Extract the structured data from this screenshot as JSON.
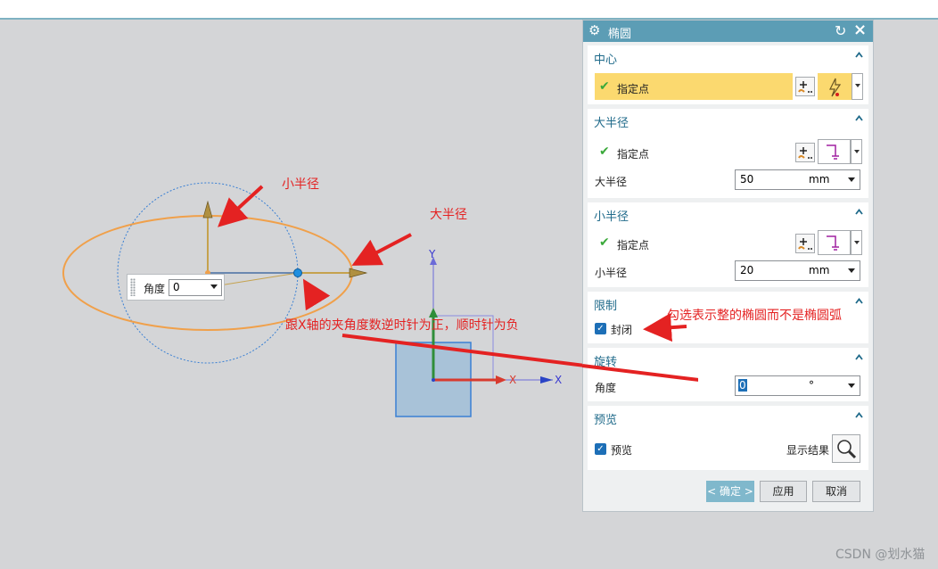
{
  "canvas": {
    "axis_y": "Y",
    "axis_x1": "X",
    "axis_x2": "X"
  },
  "annotations": {
    "minor_radius": "小半径",
    "major_radius": "大半径",
    "angle_note": "跟X轴的夹角度数逆时针为正，顺时针为负",
    "closed_note": "勾选表示整的椭圆而不是椭圆弧"
  },
  "angle_widget": {
    "label": "角度",
    "value": "0"
  },
  "dialog": {
    "title": "椭圆",
    "sections": {
      "center": {
        "title": "中心",
        "point_label": "指定点"
      },
      "major": {
        "title": "大半径",
        "point_label": "指定点",
        "radius_label": "大半径",
        "radius_value": "50",
        "unit": "mm"
      },
      "minor": {
        "title": "小半径",
        "point_label": "指定点",
        "radius_label": "小半径",
        "radius_value": "20",
        "unit": "mm"
      },
      "limit": {
        "title": "限制",
        "closed_label": "封闭",
        "closed_checked": true
      },
      "rotation": {
        "title": "旋转",
        "angle_label": "角度",
        "angle_value": "0",
        "unit": "°"
      },
      "preview": {
        "title": "预览",
        "preview_label": "预览",
        "preview_checked": true,
        "show_result_label": "显示结果"
      }
    },
    "buttons": {
      "ok": "< 确定 >",
      "apply": "应用",
      "cancel": "取消"
    }
  },
  "watermark": "CSDN @划水猫",
  "colors": {
    "title_bar": "#5c9db5",
    "highlight": "#fbd96f",
    "annotation": "#e42222",
    "section_header": "#1f6a8a"
  }
}
